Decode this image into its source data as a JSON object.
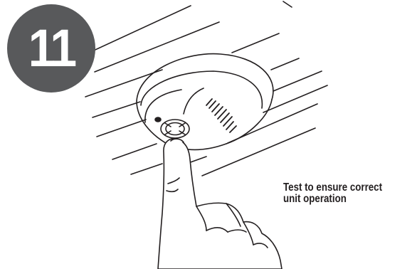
{
  "step": {
    "number": "11"
  },
  "caption": {
    "line1": "Test to ensure correct",
    "line2": "unit operation"
  },
  "colors": {
    "badge": "#58595b",
    "badge_text": "#ffffff",
    "ink": "#231f20",
    "background": "#ffffff"
  },
  "icons": {
    "illustration": "hand-pressing-smoke-alarm-test-button"
  }
}
